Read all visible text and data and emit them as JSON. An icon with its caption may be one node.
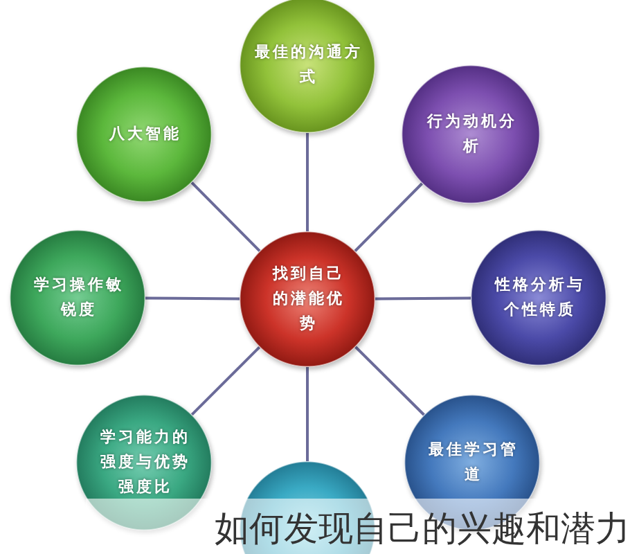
{
  "diagram": {
    "caption": "如何发现自己的兴趣和潜力",
    "nodes": [
      {
        "text": [
          "最佳的沟通方式"
        ]
      },
      {
        "text": [
          "八大智能"
        ]
      },
      {
        "text": [
          "行为动机分析"
        ]
      },
      {
        "text": [
          "学习操作敏锐度"
        ]
      },
      {
        "text": [
          "找到自己的潜能优势"
        ]
      },
      {
        "text": [
          "性格分析与个性特质"
        ]
      },
      {
        "text": [
          "学习能力的强度与优势强度比"
        ]
      },
      {
        "text": [
          "最佳学习管道"
        ]
      },
      {
        "text": [],
        "shape": "circle"
      }
    ],
    "edges": [
      {
        "from": 4,
        "to": 0,
        "arrow": "none"
      },
      {
        "from": 4,
        "to": 1,
        "arrow": "none"
      },
      {
        "from": 4,
        "to": 2,
        "arrow": "none"
      },
      {
        "from": 4,
        "to": 3,
        "arrow": "none"
      },
      {
        "from": 4,
        "to": 5,
        "arrow": "none"
      },
      {
        "from": 4,
        "to": 6,
        "arrow": "none"
      },
      {
        "from": 4,
        "to": 7,
        "arrow": "none"
      },
      {
        "from": 4,
        "to": 8,
        "arrow": "none"
      }
    ]
  }
}
